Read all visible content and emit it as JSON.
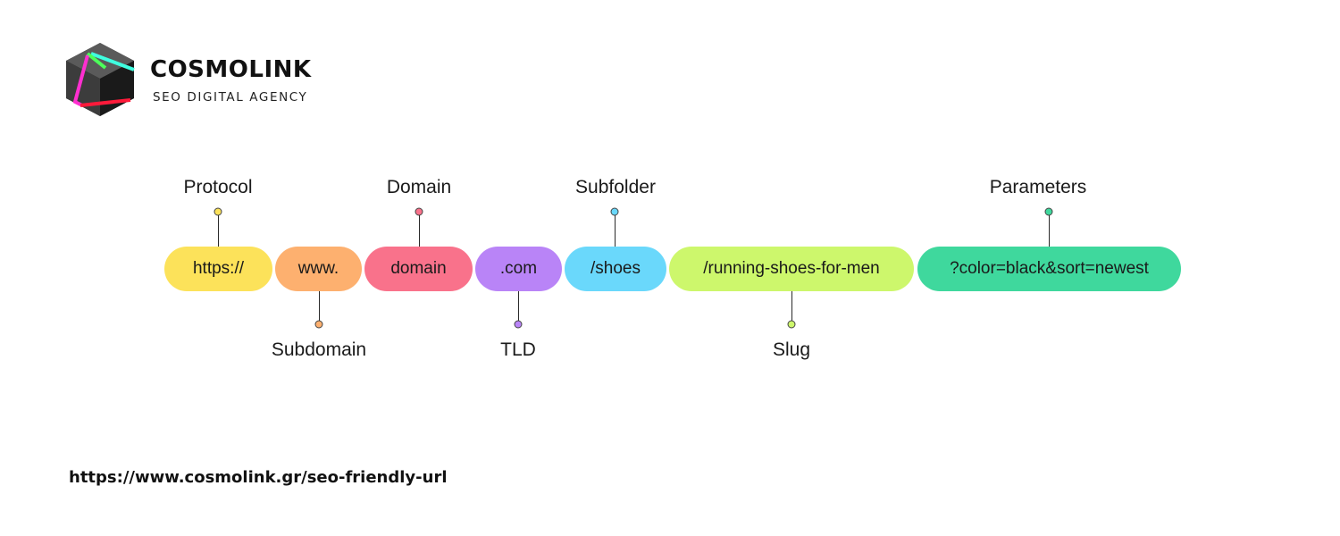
{
  "brand": {
    "name": "COSMOLINK",
    "tagline": "SEO DIGITAL AGENCY"
  },
  "segments": [
    {
      "text": "https://",
      "color": "#fce25a"
    },
    {
      "text": "www.",
      "color": "#fdb06f"
    },
    {
      "text": "domain",
      "color": "#f9728b"
    },
    {
      "text": ".com",
      "color": "#b984f7"
    },
    {
      "text": "/shoes",
      "color": "#6ad8fb"
    },
    {
      "text": "/running-shoes-for-men",
      "color": "#cdf76c"
    },
    {
      "text": "?color=black&sort=newest",
      "color": "#3fd89d"
    }
  ],
  "labels": {
    "protocol": "Protocol",
    "subdomain": "Subdomain",
    "domain": "Domain",
    "tld": "TLD",
    "subfolder": "Subfolder",
    "slug": "Slug",
    "parameters": "Parameters"
  },
  "footer": {
    "url": "https://www.cosmolink.gr/seo-friendly-url"
  }
}
